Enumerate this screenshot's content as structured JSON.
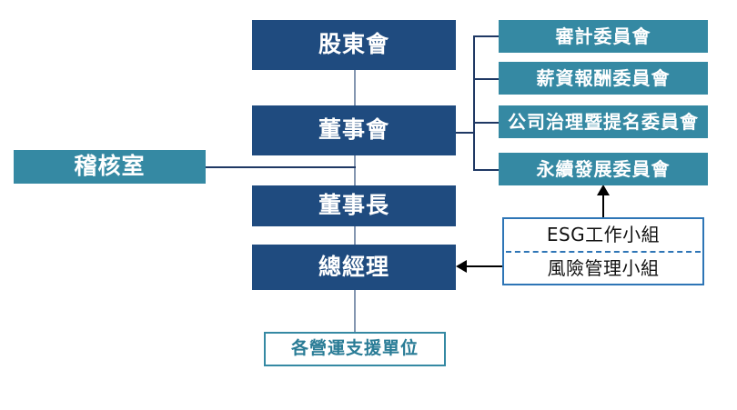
{
  "chart_data": {
    "type": "diagram",
    "title": "Corporate Governance Organization Chart",
    "nodes": [
      {
        "id": "shareholders",
        "label": "股東會",
        "style": "navy"
      },
      {
        "id": "board",
        "label": "董事會",
        "style": "navy"
      },
      {
        "id": "chairman",
        "label": "董事長",
        "style": "navy"
      },
      {
        "id": "president",
        "label": "總經理",
        "style": "navy"
      },
      {
        "id": "audit-office",
        "label": "稽核室",
        "style": "teal"
      },
      {
        "id": "audit-committee",
        "label": "審計委員會",
        "style": "teal"
      },
      {
        "id": "compensation-committee",
        "label": "薪資報酬委員會",
        "style": "teal"
      },
      {
        "id": "governance-nomination-committee",
        "label": "公司治理暨提名委員會",
        "style": "teal"
      },
      {
        "id": "sustainability-committee",
        "label": "永續發展委員會",
        "style": "teal"
      },
      {
        "id": "esg-task-force",
        "label": "ESG工作小組",
        "style": "outline-blue"
      },
      {
        "id": "risk-management-team",
        "label": "風險管理小組",
        "style": "outline-blue"
      },
      {
        "id": "support-units",
        "label": "各營運支援單位",
        "style": "outline-teal"
      }
    ],
    "edges": [
      {
        "from": "shareholders",
        "to": "board",
        "type": "line"
      },
      {
        "from": "board",
        "to": "chairman",
        "type": "line"
      },
      {
        "from": "chairman",
        "to": "president",
        "type": "line"
      },
      {
        "from": "president",
        "to": "support-units",
        "type": "line"
      },
      {
        "from": "audit-office",
        "to": "board",
        "type": "line"
      },
      {
        "from": "board",
        "to": "audit-committee",
        "type": "line"
      },
      {
        "from": "board",
        "to": "compensation-committee",
        "type": "line"
      },
      {
        "from": "board",
        "to": "governance-nomination-committee",
        "type": "line"
      },
      {
        "from": "board",
        "to": "sustainability-committee",
        "type": "line"
      },
      {
        "from": "esg-task-force",
        "to": "sustainability-committee",
        "type": "arrow-up"
      },
      {
        "from": "risk-management-team",
        "to": "president",
        "type": "arrow-left"
      }
    ],
    "colors": {
      "navy": "#1f4b7f",
      "teal": "#3589a3",
      "outline_blue": "#2e75b6",
      "outline_teal_text": "#2a7c96",
      "connector_gray": "#8496b0",
      "connector_dark": "#1f3864",
      "arrow_black": "#000000",
      "background": "#ffffff"
    }
  },
  "nodes": {
    "shareholders": "股東會",
    "board": "董事會",
    "chairman": "董事長",
    "president": "總經理",
    "audit_office": "稽核室",
    "audit_committee": "審計委員會",
    "compensation_committee": "薪資報酬委員會",
    "governance_nomination_committee": "公司治理暨提名委員會",
    "sustainability_committee": "永續發展委員會",
    "esg_task_force": "ESG工作小組",
    "risk_management_team": "風險管理小組",
    "support_units": "各營運支援單位"
  }
}
